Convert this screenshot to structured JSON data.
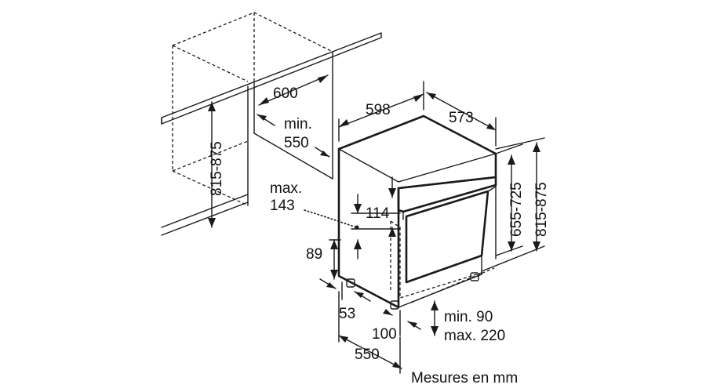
{
  "labels": {
    "cabinet_width": "600",
    "niche_min_label": "min.",
    "niche_min_value": "550",
    "cabinet_height": "815-875",
    "appliance_width": "598",
    "appliance_depth": "573",
    "appliance_height_min": "655-725",
    "appliance_height_max": "815-875",
    "max_label": "max.",
    "max_value": "143",
    "panel_height": "114",
    "plinth_height": "89",
    "plinth_depth": "53",
    "door_gap": "100",
    "plinth_min": "min. 90",
    "plinth_max": "max. 220",
    "total_depth": "550",
    "units_note": "Mesures en mm"
  }
}
